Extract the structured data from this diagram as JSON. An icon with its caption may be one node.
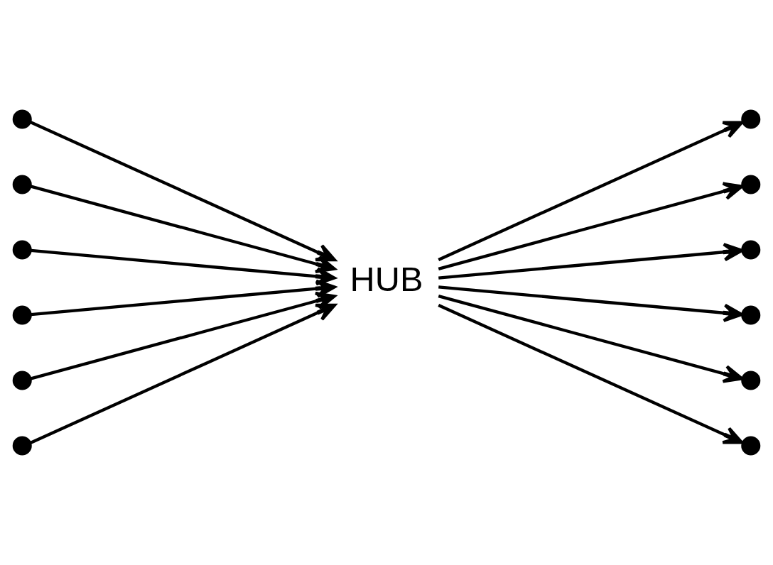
{
  "diagram": {
    "nodes": [
      {
        "text": [],
        "shape": "circle"
      },
      {
        "text": [],
        "shape": "circle"
      },
      {
        "text": [],
        "shape": "circle"
      },
      {
        "text": [],
        "shape": "circle"
      },
      {
        "text": [],
        "shape": "circle"
      },
      {
        "text": [],
        "shape": "circle"
      },
      {
        "text": [
          "HUB"
        ]
      },
      {
        "text": [],
        "shape": "circle"
      },
      {
        "text": [],
        "shape": "circle"
      },
      {
        "text": [],
        "shape": "circle"
      },
      {
        "text": [],
        "shape": "circle"
      },
      {
        "text": [],
        "shape": "circle"
      },
      {
        "text": [],
        "shape": "circle"
      }
    ],
    "edges": [
      {
        "from": 0,
        "to": 6,
        "arrow": "to"
      },
      {
        "from": 3,
        "to": 6,
        "arrow": "to"
      },
      {
        "from": 4,
        "to": 6,
        "arrow": "to"
      },
      {
        "from": 7,
        "to": 6,
        "arrow": "to"
      },
      {
        "from": 12,
        "to": 6,
        "arrow": "to"
      },
      {
        "from": 10,
        "to": 6,
        "arrow": "to"
      },
      {
        "from": 6,
        "to": 2,
        "arrow": "to"
      },
      {
        "from": 6,
        "to": 1,
        "arrow": "to"
      },
      {
        "from": 6,
        "to": 5,
        "arrow": "to"
      },
      {
        "from": 6,
        "to": 8,
        "arrow": "to"
      },
      {
        "from": 6,
        "to": 9,
        "arrow": "to"
      },
      {
        "from": 6,
        "to": 11,
        "arrow": "to"
      }
    ]
  }
}
